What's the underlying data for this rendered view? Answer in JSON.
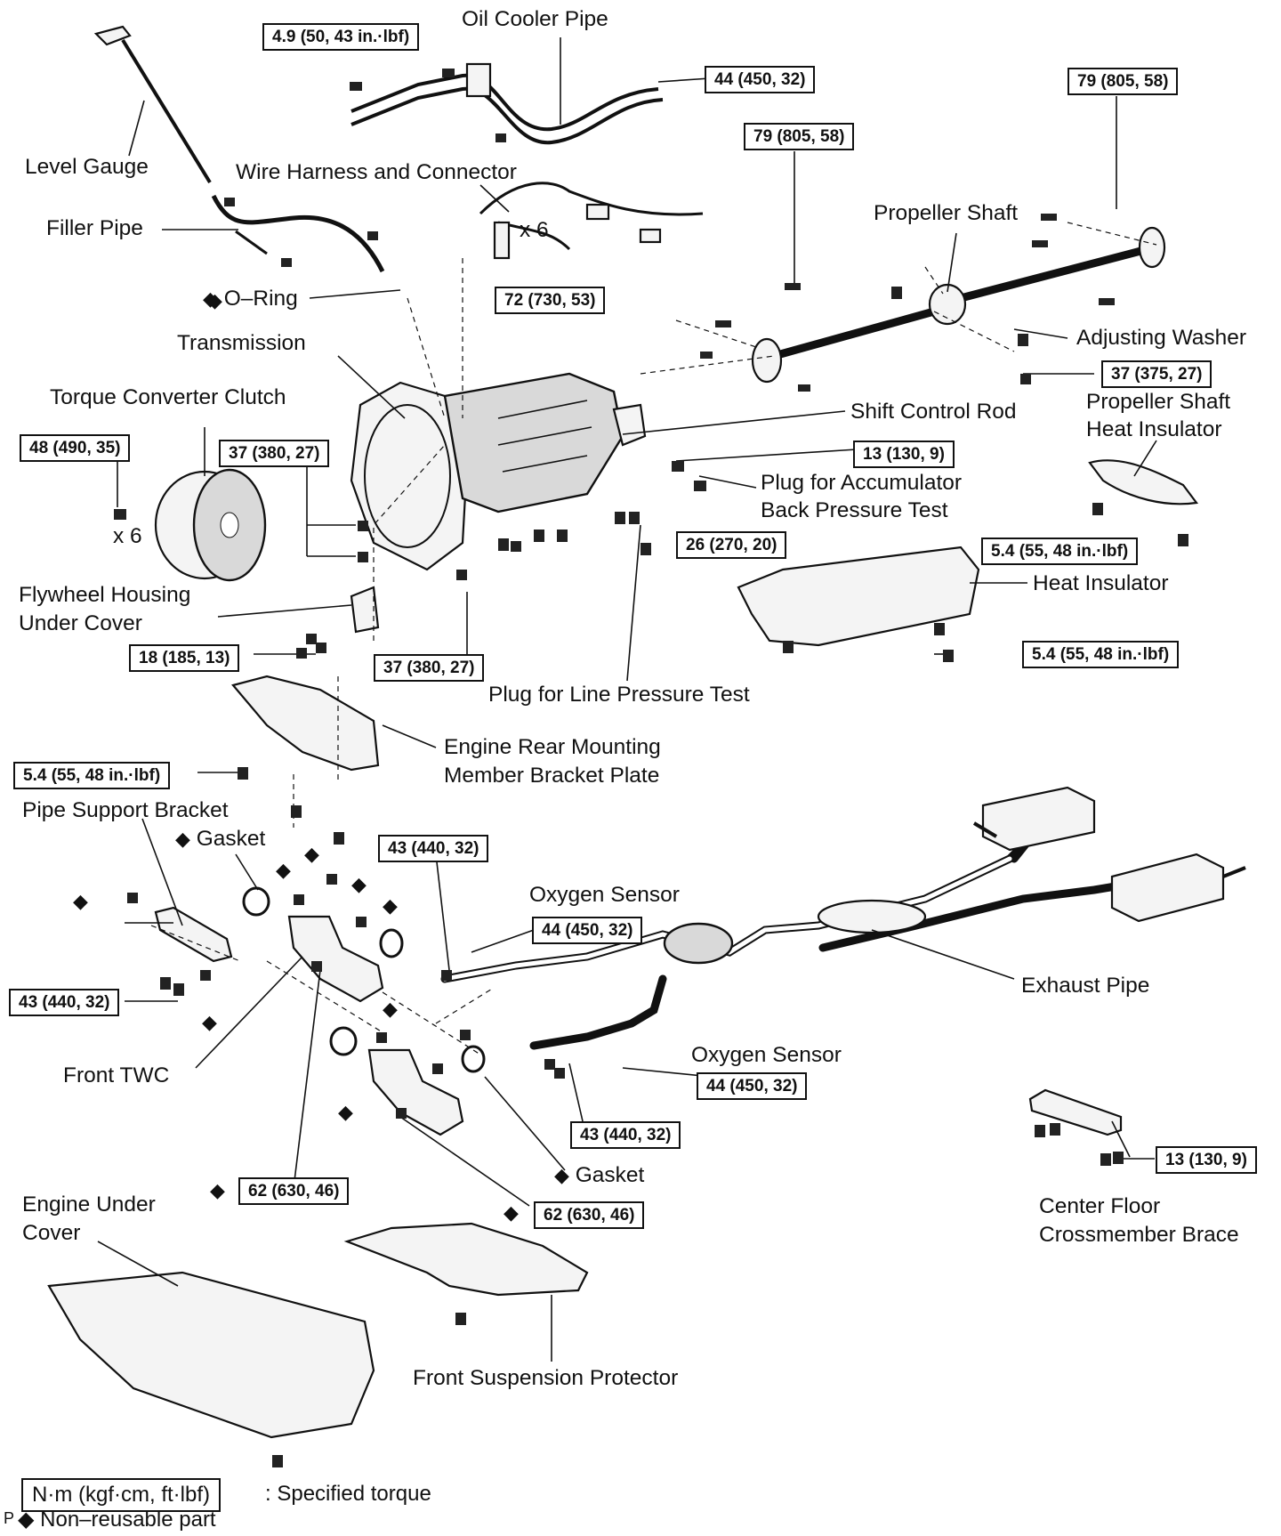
{
  "labels": {
    "oil_cooler_pipe": "Oil Cooler Pipe",
    "level_gauge": "Level Gauge",
    "wire_harness": "Wire Harness and Connector",
    "x6_harness": "x 6",
    "filler_pipe": "Filler Pipe",
    "o_ring": "O–Ring",
    "propeller_shaft": "Propeller Shaft",
    "adjusting_washer": "Adjusting Washer",
    "transmission": "Transmission",
    "torque_converter": "Torque Converter Clutch",
    "x6_converter": "x 6",
    "shift_control_rod": "Shift Control Rod",
    "prop_heat_insulator_1": "Propeller Shaft",
    "prop_heat_insulator_2": "Heat Insulator",
    "plug_accumulator_1": "Plug for Accumulator",
    "plug_accumulator_2": "Back Pressure Test",
    "heat_insulator": "Heat Insulator",
    "flywheel_cover_1": "Flywheel Housing",
    "flywheel_cover_2": "Under Cover",
    "plug_line_pressure": "Plug for Line Pressure Test",
    "engine_rear_1": "Engine Rear Mounting",
    "engine_rear_2": "Member Bracket Plate",
    "pipe_support_bracket": "Pipe Support Bracket",
    "gasket_top": "Gasket",
    "oxygen_sensor_top": "Oxygen Sensor",
    "exhaust_pipe": "Exhaust Pipe",
    "front_twc": "Front TWC",
    "oxygen_sensor_bottom": "Oxygen Sensor",
    "gasket_bottom": "Gasket",
    "engine_under_cover_1": "Engine Under",
    "engine_under_cover_2": "Cover",
    "center_floor_1": "Center Floor",
    "center_floor_2": "Crossmember Brace",
    "front_suspension": "Front Suspension Protector"
  },
  "torques": {
    "t_oilcooler_bolt": "4.9 (50, 43 in.·lbf)",
    "t_oilcooler_right": "44 (450, 32)",
    "t_prop_rear": "79 (805, 58)",
    "t_prop_front": "79 (805, 58)",
    "t_harness": "72 (730, 53)",
    "t_washer": "37 (375, 27)",
    "t_converter": "48 (490, 35)",
    "t_housing": "37 (380, 27)",
    "t_accumulator": "13 (130, 9)",
    "t_mount": "26 (270, 20)",
    "t_prop_insulator": "5.4 (55, 48 in.·lbf)",
    "t_heat_insulator": "5.4 (55, 48 in.·lbf)",
    "t_flywheel": "18 (185, 13)",
    "t_line_plug": "37 (380, 27)",
    "t_rear_bracket": "5.4 (55, 48 in.·lbf)",
    "t_twc_top": "43 (440, 32)",
    "t_o2_top": "44 (450, 32)",
    "t_pipe_support": "43 (440, 32)",
    "t_o2_bottom": "44 (450, 32)",
    "t_twc_bottom": "43 (440, 32)",
    "t_center_brace": "13 (130, 9)",
    "t_twc_left": "62 (630, 46)",
    "t_twc_right": "62 (630, 46)"
  },
  "legend": {
    "unit": "N·m (kgf·cm, ft·lbf)",
    "unit_desc": ": Specified torque",
    "nonreusable": "Non–reusable part",
    "code": "P"
  },
  "marker": "◆"
}
